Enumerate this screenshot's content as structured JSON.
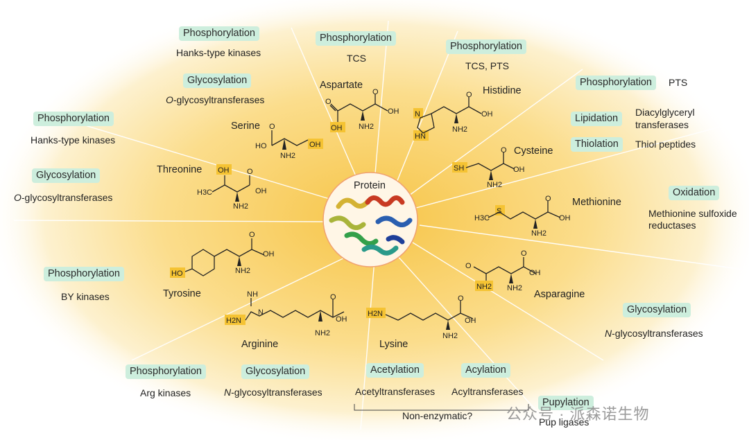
{
  "center": {
    "label": "Protein"
  },
  "amino_acids": {
    "aspartate": "Aspartate",
    "histidine": "Histidine",
    "serine": "Serine",
    "cysteine": "Cysteine",
    "threonine": "Threonine",
    "methionine": "Methionine",
    "tyrosine": "Tyrosine",
    "asparagine": "Asparagine",
    "arginine": "Arginine",
    "lysine": "Lysine"
  },
  "modifications": {
    "ser_phos": {
      "badge": "Phosphorylation",
      "enzyme": "Hanks-type kinases"
    },
    "asp_phos": {
      "badge": "Phosphorylation",
      "enzyme": "TCS"
    },
    "his_phos": {
      "badge": "Phosphorylation",
      "enzyme": "TCS, PTS"
    },
    "ser_glyc": {
      "badge": "Glycosylation",
      "enzyme_prefix": "O",
      "enzyme_suffix": "-glycosyltransferases"
    },
    "pts_phos": {
      "badge": "Phosphorylation",
      "enzyme": "PTS"
    },
    "lipid": {
      "badge": "Lipidation",
      "enzyme_line1": "Diacylglyceryl",
      "enzyme_line2": "transferases"
    },
    "thio": {
      "badge": "Thiolation",
      "enzyme": "Thiol peptides"
    },
    "thr_phos": {
      "badge": "Phosphorylation",
      "enzyme": "Hanks-type kinases"
    },
    "thr_glyc": {
      "badge": "Glycosylation",
      "enzyme_prefix": "O",
      "enzyme_suffix": "-glycosyltransferases"
    },
    "oxid": {
      "badge": "Oxidation",
      "enzyme_line1": "Methionine sulfoxide",
      "enzyme_line2": "reductases"
    },
    "tyr_phos": {
      "badge": "Phosphorylation",
      "enzyme": "BY kinases"
    },
    "asn_glyc": {
      "badge": "Glycosylation",
      "enzyme_prefix": "N",
      "enzyme_suffix": "-glycosyltransferases"
    },
    "arg_phos": {
      "badge": "Phosphorylation",
      "enzyme": "Arg kinases"
    },
    "arg_glyc": {
      "badge": "Glycosylation",
      "enzyme_prefix": "N",
      "enzyme_suffix": "-glycosyltransferases"
    },
    "acet": {
      "badge": "Acetylation",
      "enzyme": "Acetyltransferases"
    },
    "acyl": {
      "badge": "Acylation",
      "enzyme": "Acyltransferases"
    },
    "pup": {
      "badge": "Pupylation",
      "enzyme": "Pup ligases"
    }
  },
  "non_enzymatic": "Non-enzymatic?",
  "chem": {
    "oh": "OH",
    "ho": "HO",
    "nh2": "NH2",
    "o": "O",
    "sh": "SH",
    "s": "S",
    "h3c": "H3C",
    "hn": "HN",
    "n": "N",
    "h2n": "H2N",
    "nh": "NH"
  },
  "watermark": "公众号 · 派森诺生物",
  "colors": {
    "badge_bg": "#cdeedd",
    "highlight": "#f5c333",
    "glow": "#f7c548"
  }
}
